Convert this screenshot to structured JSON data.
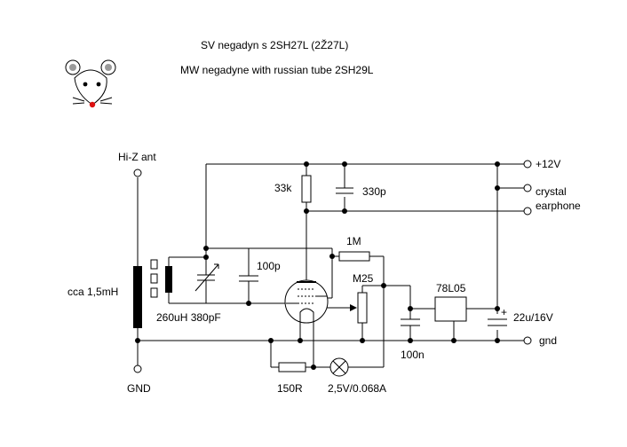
{
  "title": {
    "line1": "SV negadyn s 2SH27L (2Ž27L)",
    "line2": "MW negadyne with russian tube 2SH29L"
  },
  "terminals": {
    "antenna": "Hi-Z ant",
    "ground_left": "GND",
    "supply": "+12V",
    "earphone_line1": "crystal",
    "earphone_line2": "earphone",
    "ground_right": "gnd"
  },
  "components": {
    "coil_label": "cca 1,5mH",
    "tank_label": "260uH 380pF",
    "cap_coupling": "100p",
    "res_anode": "33k",
    "cap_anode": "330p",
    "res_grid": "1M",
    "pot": "M25",
    "regulator": "78L05",
    "cap_100n": "100n",
    "cap_electrolytic": "22u/16V",
    "res_filament": "150R",
    "bulb": "2,5V/0.068A",
    "polarity_mark": "+"
  }
}
